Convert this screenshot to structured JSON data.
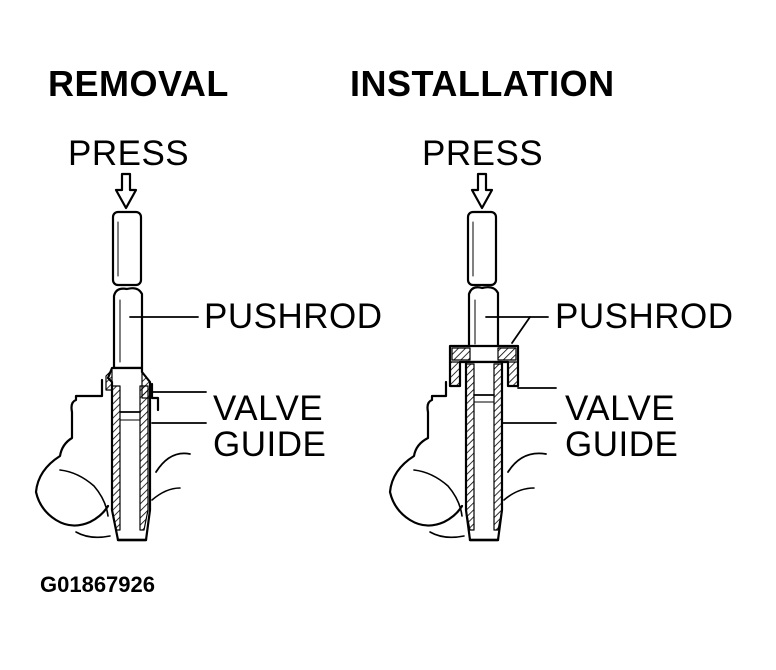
{
  "removal": {
    "title": "REMOVAL",
    "press_label": "PRESS",
    "pushrod_label": "PUSHROD",
    "valve_label": "VALVE",
    "guide_label": "GUIDE"
  },
  "installation": {
    "title": "INSTALLATION",
    "press_label": "PRESS",
    "pushrod_label": "PUSHROD",
    "valve_label": "VALVE",
    "guide_label": "GUIDE"
  },
  "figure_id": "G01867926",
  "colors": {
    "ink": "#000000",
    "paper": "#ffffff"
  }
}
